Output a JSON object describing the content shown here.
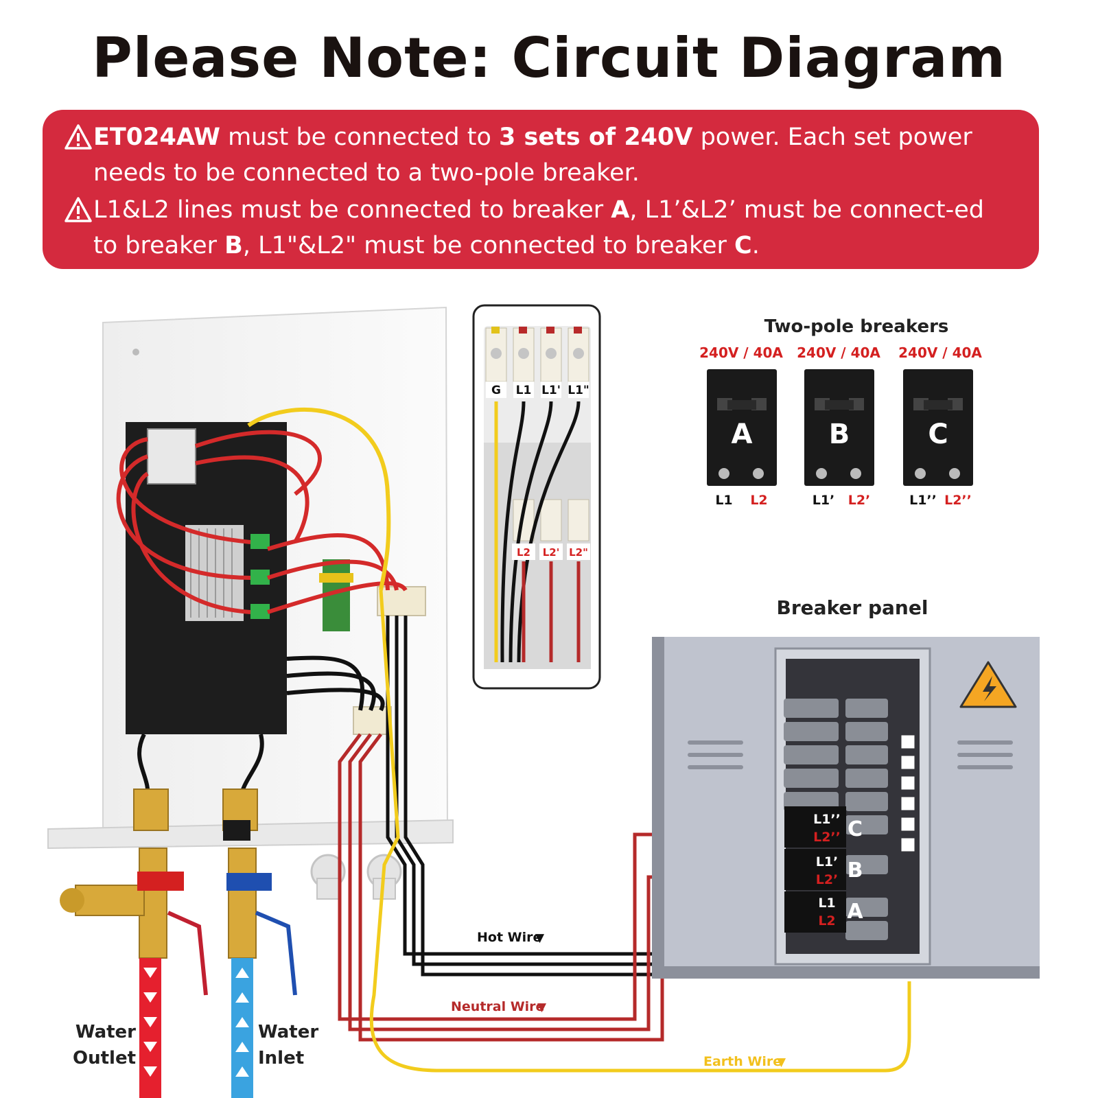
{
  "title": "Please Note: Circuit Diagram",
  "notes": [
    {
      "p1": "ET024AW",
      "p2": " must be connected to ",
      "p3": "3 sets of 240V",
      "p4": " power. Each set power needs to be connected to a two-pole breaker."
    },
    {
      "p1": "L1&L2 lines must be connected to breaker ",
      "p2": "A",
      "p3": ", L1’&L2’  must be connect-ed to breaker ",
      "p4": "B",
      "p5": ", L1\"&L2\" must be connected to breaker ",
      "p6": "C",
      "p7": "."
    }
  ],
  "terminal_block": {
    "top_labels": [
      "G",
      "L1",
      "L1'",
      "L1\""
    ],
    "bottom_labels": [
      "L2",
      "L2'",
      "L2\""
    ]
  },
  "breakers": {
    "heading": "Two-pole breakers",
    "items": [
      {
        "rating": "240V / 40A",
        "letter": "A",
        "l1": "L1",
        "l2": "L2"
      },
      {
        "rating": "240V / 40A",
        "letter": "B",
        "l1": "L1’",
        "l2": "L2’"
      },
      {
        "rating": "240V / 40A",
        "letter": "C",
        "l1": "L1’’",
        "l2": "L2’’"
      }
    ]
  },
  "breaker_panel": {
    "heading": "Breaker panel",
    "slots": [
      {
        "l1": "L1’’",
        "l2": "L2’’",
        "letter": "C"
      },
      {
        "l1": "L1’",
        "l2": "L2’",
        "letter": "B"
      },
      {
        "l1": "L1",
        "l2": "L2",
        "letter": "A"
      }
    ]
  },
  "wires": {
    "hot": "Hot Wire",
    "neutral": "Neutral Wire",
    "earth": "Earth Wire",
    "marker": "▼"
  },
  "water": {
    "outlet_l1": "Water",
    "outlet_l2": "Outlet",
    "inlet_l1": "Water",
    "inlet_l2": "Inlet"
  },
  "colors": {
    "banner": "#d42a3e",
    "hot": "#111111",
    "neutral": "#b52a2a",
    "earth": "#f2cc1d",
    "red_label": "#d42020",
    "cold_pipe": "#3aa3e0",
    "hot_pipe": "#e5202e"
  }
}
